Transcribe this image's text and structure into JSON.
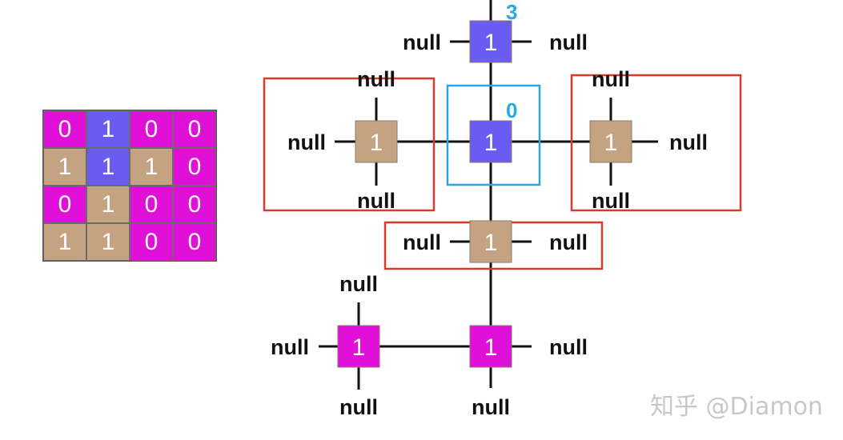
{
  "colors": {
    "magenta": "#e010d8",
    "blue": "#6a5cf2",
    "tan": "#c4a383",
    "red_box": "#d93a2a",
    "blue_box": "#2aa6e0",
    "index_label": "#27a9e6",
    "line": "#111111"
  },
  "matrix": [
    [
      {
        "v": "0",
        "c": "magenta"
      },
      {
        "v": "1",
        "c": "blue"
      },
      {
        "v": "0",
        "c": "magenta"
      },
      {
        "v": "0",
        "c": "magenta"
      }
    ],
    [
      {
        "v": "1",
        "c": "tan"
      },
      {
        "v": "1",
        "c": "blue"
      },
      {
        "v": "1",
        "c": "tan"
      },
      {
        "v": "0",
        "c": "magenta"
      }
    ],
    [
      {
        "v": "0",
        "c": "magenta"
      },
      {
        "v": "1",
        "c": "tan"
      },
      {
        "v": "0",
        "c": "magenta"
      },
      {
        "v": "0",
        "c": "magenta"
      }
    ],
    [
      {
        "v": "1",
        "c": "tan"
      },
      {
        "v": "1",
        "c": "tan"
      },
      {
        "v": "0",
        "c": "magenta"
      },
      {
        "v": "0",
        "c": "magenta"
      }
    ]
  ],
  "nodes": {
    "top": {
      "label": "1",
      "color": "blue"
    },
    "center": {
      "label": "1",
      "color": "blue"
    },
    "left": {
      "label": "1",
      "color": "tan"
    },
    "right": {
      "label": "1",
      "color": "tan"
    },
    "lower": {
      "label": "1",
      "color": "tan"
    },
    "bottom_right": {
      "label": "1",
      "color": "magenta"
    },
    "bottom_left": {
      "label": "1",
      "color": "magenta"
    }
  },
  "null_text": "null",
  "index_labels": {
    "top": "3",
    "center": "0"
  },
  "watermark": "知乎 @Diamon"
}
